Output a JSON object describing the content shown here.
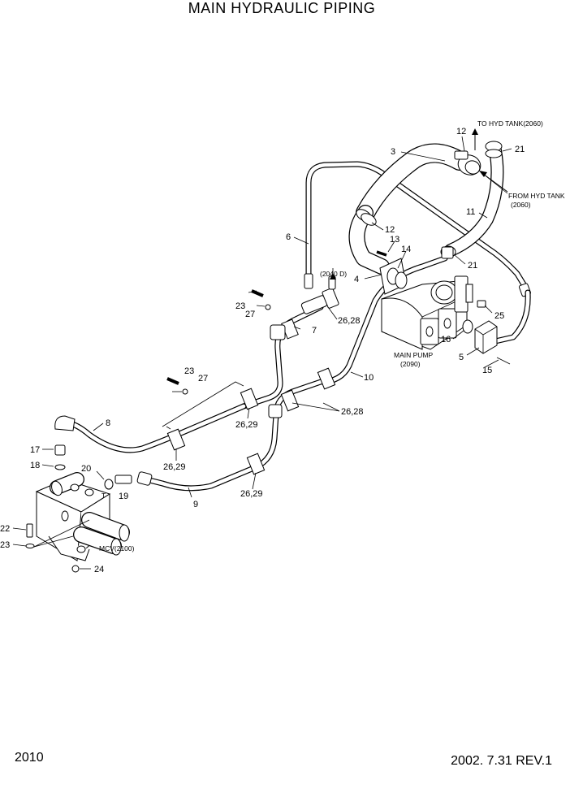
{
  "title": "MAIN HYDRAULIC PIPING",
  "footer": {
    "page_number": "2010",
    "date_rev": "2002. 7.31  REV.1"
  },
  "notes": {
    "to_hyd_tank": "TO HYD TANK(2060)",
    "from_hyd_tank_1": "FROM HYD TANK",
    "from_hyd_tank_2": "(2060)",
    "ref_2040d": "(2040 D)",
    "main_pump_1": "MAIN PUMP",
    "main_pump_2": "(2090)",
    "mcv": "MCV(2100)",
    "port_t": "T"
  },
  "callouts": {
    "c3": "3",
    "c12a": "12",
    "c21a": "21",
    "c11": "11",
    "c12b": "12",
    "c13": "13",
    "c14": "14",
    "c6": "6",
    "c21b": "21",
    "c4": "4",
    "c23a": "23",
    "c27a": "27",
    "c7": "7",
    "c2628a": "26,28",
    "c25": "25",
    "c16": "16",
    "c5": "5",
    "c15": "15",
    "c10": "10",
    "c23b": "23",
    "c27b": "27",
    "c8": "8",
    "c2629a": "26,29",
    "c2628b": "26,28",
    "c17": "17",
    "c18": "18",
    "c20": "20",
    "c19": "19",
    "c2629b": "26,29",
    "c2629c": "26,29",
    "c9": "9",
    "c22": "22",
    "c23c": "23",
    "c24": "24"
  }
}
